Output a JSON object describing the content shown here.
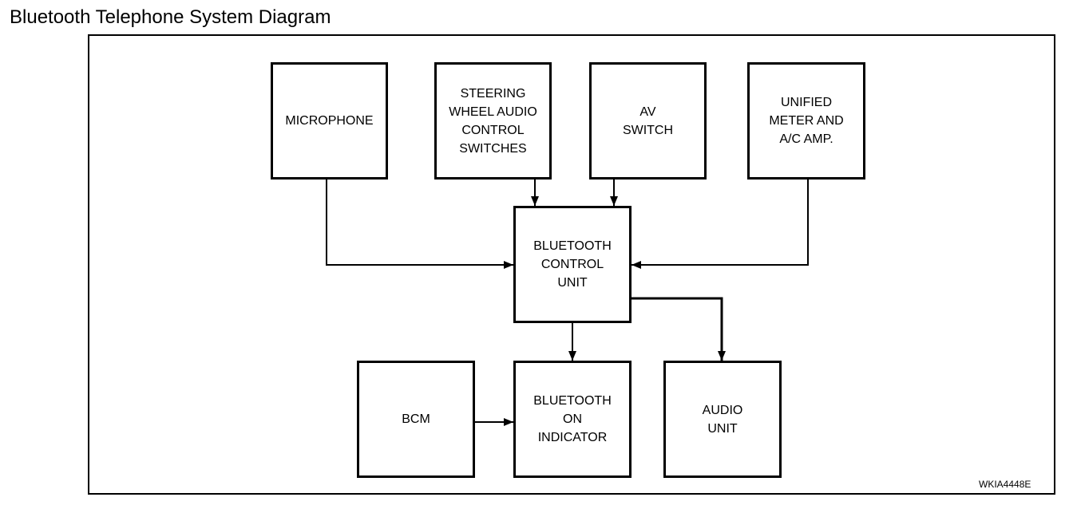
{
  "title": "Bluetooth Telephone System Diagram",
  "blocks": {
    "microphone": "MICROPHONE",
    "steering_switches": "STEERING\nWHEEL AUDIO\nCONTROL\nSWITCHES",
    "av_switch": "AV\nSWITCH",
    "unified_meter": "UNIFIED\nMETER AND\nA/C AMP.",
    "bluetooth_control_unit": "BLUETOOTH\nCONTROL\nUNIT",
    "bcm": "BCM",
    "bluetooth_on_indicator": "BLUETOOTH\nON\nINDICATOR",
    "audio_unit": "AUDIO\nUNIT"
  },
  "doc_code": "WKIA4448E"
}
